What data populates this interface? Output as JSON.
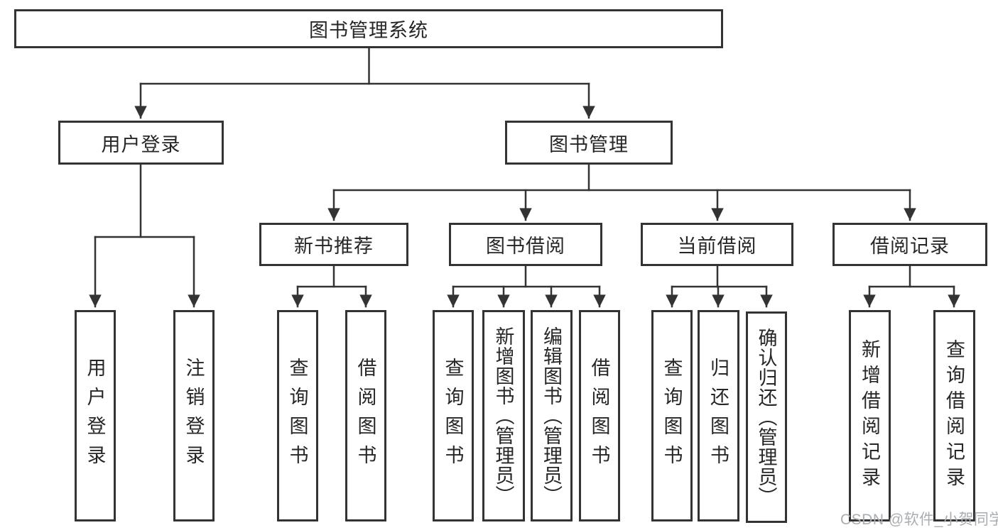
{
  "tree": {
    "label": "图书管理系统",
    "children": [
      {
        "label": "用户登录",
        "children": [
          {
            "label": "用户登录"
          },
          {
            "label": "注销登录"
          }
        ]
      },
      {
        "label": "图书管理",
        "children": [
          {
            "label": "新书推荐",
            "children": [
              {
                "label": "查询图书"
              },
              {
                "label": "借阅图书"
              }
            ]
          },
          {
            "label": "图书借阅",
            "children": [
              {
                "label": "查询图书"
              },
              {
                "label": "新增图书（管理员）"
              },
              {
                "label": "编辑图书（管理员）"
              },
              {
                "label": "借阅图书"
              }
            ]
          },
          {
            "label": "当前借阅",
            "children": [
              {
                "label": "查询图书"
              },
              {
                "label": "归还图书"
              },
              {
                "label": "确认归还（管理员）"
              }
            ]
          },
          {
            "label": "借阅记录",
            "children": [
              {
                "label": "新增借阅记录"
              },
              {
                "label": "查询借阅记录"
              }
            ]
          }
        ]
      }
    ]
  },
  "watermark": "CSDN @软件_小贺同学",
  "colors": {
    "line": "#333333",
    "text": "#262626",
    "watermark": "#a9aeb3",
    "background": "#ffffff"
  }
}
